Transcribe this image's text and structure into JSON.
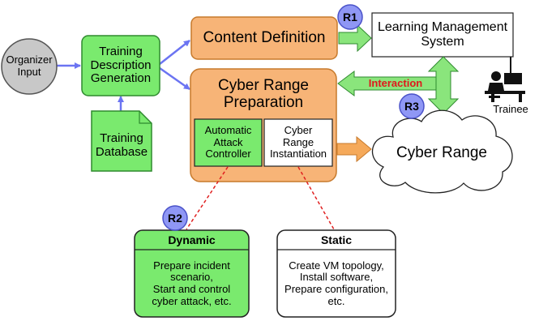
{
  "colors": {
    "green_fill": "#7aea6e",
    "green_stroke": "#2f8a2f",
    "orange_fill": "#f7b477",
    "orange_stroke": "#c77a2c",
    "arrow_blue": "#6b74f2",
    "arrow_green": "#8ae57c",
    "arrow_orange": "#f5a95a",
    "badge_fill": "#8f97f5",
    "badge_stroke": "#4a52c9",
    "link_red": "#e02020",
    "interaction_red": "#e0181c"
  },
  "nodes": {
    "organizer_input": "Organizer\nInput",
    "training_description": "Training\nDescription\nGeneration",
    "training_database": "Training\nDatabase",
    "content_definition": "Content Definition",
    "cyber_range_preparation": "Cyber Range\nPreparation",
    "automatic_attack_controller": "Automatic\nAttack\nController",
    "cyber_range_instantiation": "Cyber\nRange\nInstantiation",
    "learning_management_system": "Learning Management\nSystem",
    "cyber_range": "Cyber Range",
    "trainee": "Trainee",
    "interaction": "Interaction"
  },
  "badges": {
    "r1": "R1",
    "r2": "R2",
    "r3": "R3"
  },
  "dynamic_box": {
    "title": "Dynamic",
    "body": "Prepare incident\nscenario,\nStart and control\ncyber attack, etc."
  },
  "static_box": {
    "title": "Static",
    "body": "Create VM topology,\nInstall software,\nPrepare configuration,\netc."
  }
}
